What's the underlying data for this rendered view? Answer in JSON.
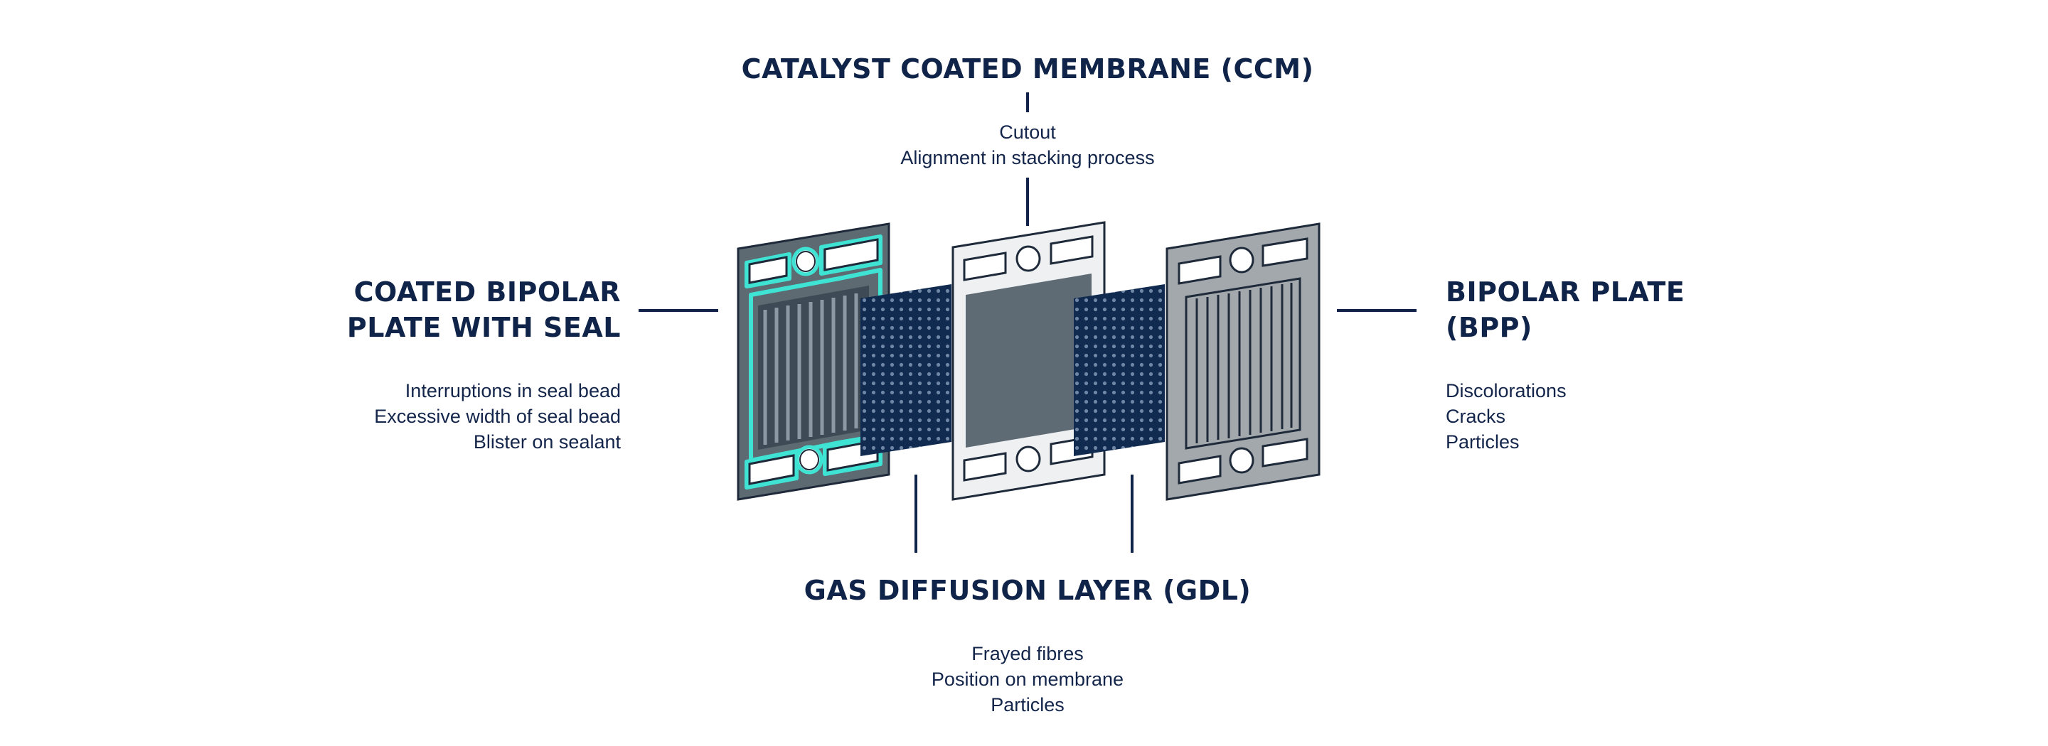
{
  "sections": {
    "ccm": {
      "title": "CATALYST COATED MEMBRANE (CCM)",
      "items": [
        "Cutout",
        "Alignment in stacking process"
      ]
    },
    "coated_bpp": {
      "title_lines": [
        "COATED BIPOLAR",
        "PLATE WITH SEAL"
      ],
      "items": [
        "Interruptions in seal bead",
        "Excessive width of seal bead",
        "Blister on sealant"
      ]
    },
    "bpp": {
      "title_lines": [
        "BIPOLAR PLATE",
        "(BPP)"
      ],
      "items": [
        "Discolorations",
        "Cracks",
        "Particles"
      ]
    },
    "gdl": {
      "title": "GAS DIFFUSION LAYER (GDL)",
      "items": [
        "Frayed fibres",
        "Position on membrane",
        "Particles"
      ]
    }
  },
  "colors": {
    "navy": "#0f2448",
    "seal_cyan": "#3fe3d4",
    "coated_plate": "#5d6a72",
    "membrane_frame": "#eef0f2",
    "membrane_center": "#5f6b74",
    "gdl": "#102a50",
    "bpp": "#a3a8ad"
  }
}
